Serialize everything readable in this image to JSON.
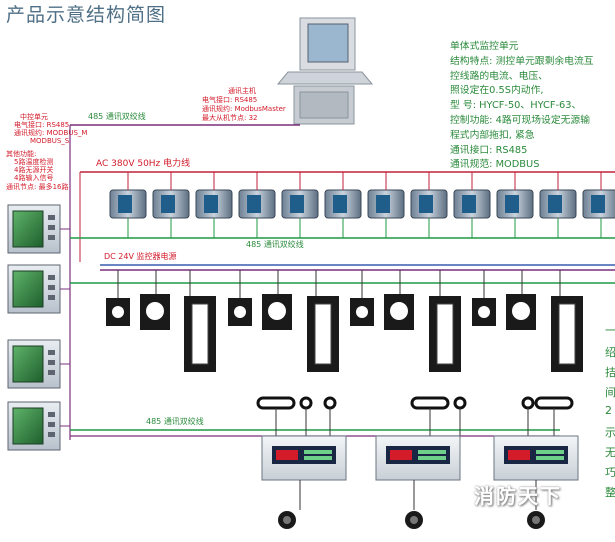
{
  "title": "产品示意结构简图",
  "center_unit": {
    "title": "中控单元",
    "lines": [
      "电气接口: RS485",
      "通讯规约: MODBUS_M",
      "MODBUS_S"
    ],
    "features_title": "其他功能:",
    "features": [
      "5路温度检测",
      "4路无源开关",
      "4路输入信号",
      "通讯节点: 最多16路"
    ]
  },
  "comm_host": {
    "title": "通讯主机",
    "lines": [
      "电气接口: RS485",
      "通讯规约: ModbusMaster",
      "最大从机节点: 32"
    ]
  },
  "spec": {
    "lines": [
      "单体式监控单元",
      "结构特点:   测控单元跟剩余电流互",
      "               控线路的电流、电压、",
      "               照设定在0.5S内动作,",
      "型    号:   HYCF-50、HYCF-63、",
      "控制功能:   4路可现场设定无源输",
      "               程式内部拖扣, 紧急",
      "通讯接口:   RS485",
      "通讯规范:   MODBUS"
    ]
  },
  "buses": {
    "bus_485_top": "485 通讯双绞线",
    "ac_power": "AC 380V 50Hz 电力线",
    "bus_485_mid": "485 通讯双绞线",
    "dc_power": "DC 24V 监控器电源",
    "bus_485_bottom": "485 通讯双绞线"
  },
  "right_fragments": [
    "一",
    "绍",
    "拮",
    "间",
    "2",
    "示",
    "无",
    "巧",
    "整"
  ],
  "watermark": "消防天下",
  "colors": {
    "green_text": "#2b8a3c",
    "red_text": "#d31b2a",
    "bus_green": "#1f9a46",
    "bus_blue": "#3a5bb0",
    "bus_purple": "#7a2f7c",
    "bus_red": "#c0213a"
  },
  "icons": [
    "computer-workstation-icon",
    "monitor-panel-icon",
    "breaker-module-icon",
    "current-transformer-icon",
    "controller-unit-icon",
    "speaker-icon"
  ]
}
